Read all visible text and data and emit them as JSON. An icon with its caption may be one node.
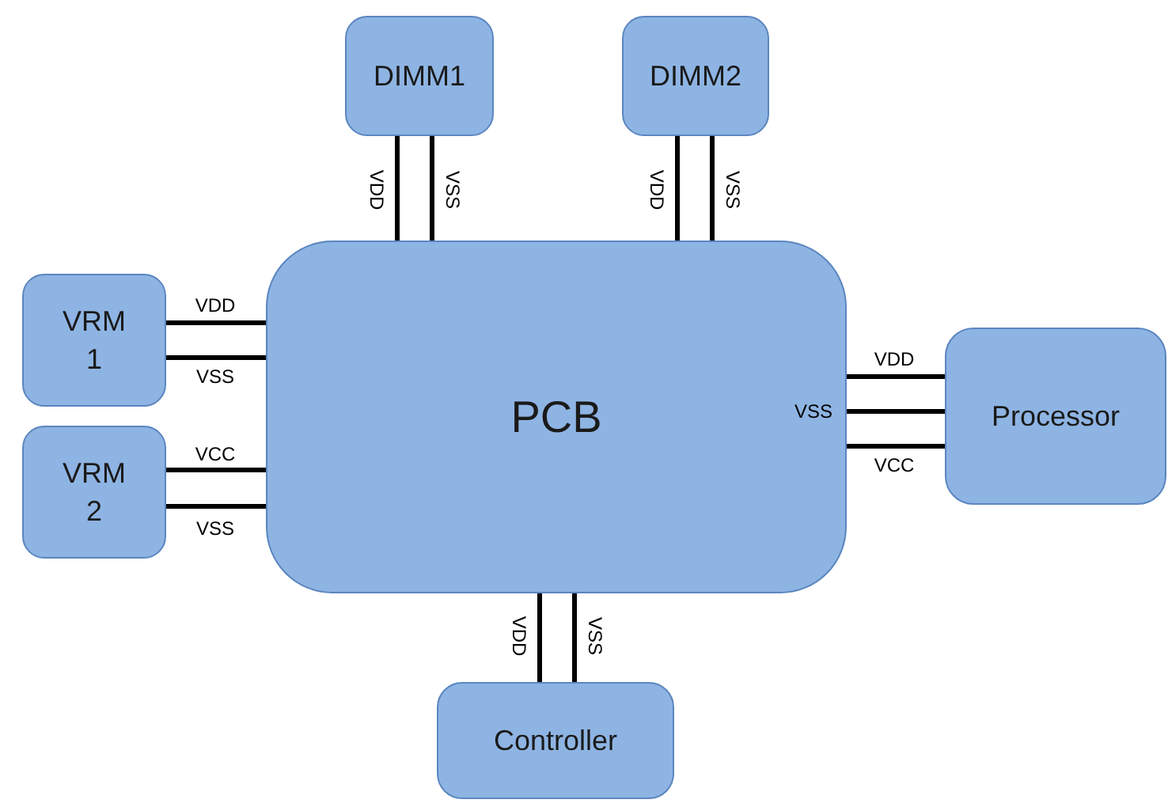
{
  "diagram": {
    "nodes": [
      {
        "text": [
          "DIMM1"
        ]
      },
      {
        "text": [
          "DIMM2"
        ]
      },
      {
        "text": [
          "VRM 1"
        ]
      },
      {
        "text": [
          "PCB"
        ]
      },
      {
        "text": [
          "Processor"
        ]
      },
      {
        "text": [
          "VRM 2"
        ]
      },
      {
        "text": [
          "Controller"
        ]
      }
    ],
    "edges": [
      {
        "from": 0,
        "to": 3,
        "arrow": "none",
        "label": "VDD"
      },
      {
        "from": 0,
        "to": 3,
        "arrow": "none",
        "label": "VSS"
      },
      {
        "from": 1,
        "to": 3,
        "arrow": "none",
        "label": "VDD"
      },
      {
        "from": 1,
        "to": 3,
        "arrow": "none",
        "label": "VSS"
      },
      {
        "from": 2,
        "to": 3,
        "arrow": "none",
        "label": "VDD"
      },
      {
        "from": 2,
        "to": 3,
        "arrow": "none",
        "label": "VSS"
      },
      {
        "from": 5,
        "to": 3,
        "arrow": "none",
        "label": "VCC"
      },
      {
        "from": 5,
        "to": 3,
        "arrow": "none",
        "label": "VSS"
      },
      {
        "from": 4,
        "to": 3,
        "arrow": "none",
        "label": "VDD"
      },
      {
        "from": 4,
        "to": 3,
        "arrow": "none",
        "label": "VSS"
      },
      {
        "from": 4,
        "to": 3,
        "arrow": "none",
        "label": "VCC"
      },
      {
        "from": 6,
        "to": 3,
        "arrow": "none",
        "label": "VDD"
      },
      {
        "from": 6,
        "to": 3,
        "arrow": "none",
        "label": "VSS"
      }
    ]
  }
}
